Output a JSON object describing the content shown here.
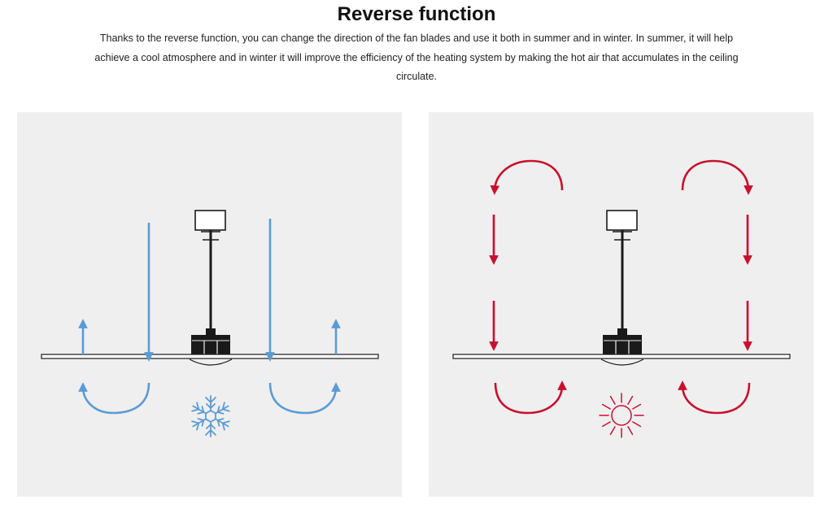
{
  "header": {
    "title": "Reverse function",
    "description": "Thanks to the reverse function, you can change the direction of the fan blades and use it both in summer and in winter. In summer, it will help achieve a cool atmosphere and in winter it will improve the efficiency of the heating system by making the hot air that accumulates in the ceiling circulate."
  },
  "panels": [
    {
      "id": "summer",
      "symbol": "snowflake-icon",
      "arrow_color": "#5b9bd5"
    },
    {
      "id": "winter",
      "symbol": "sun-icon",
      "arrow_color": "#c8102e"
    }
  ],
  "colors": {
    "panel_bg": "#efefef",
    "fan": "#1a1a1a",
    "summer": "#5b9bd5",
    "winter": "#c8102e"
  }
}
